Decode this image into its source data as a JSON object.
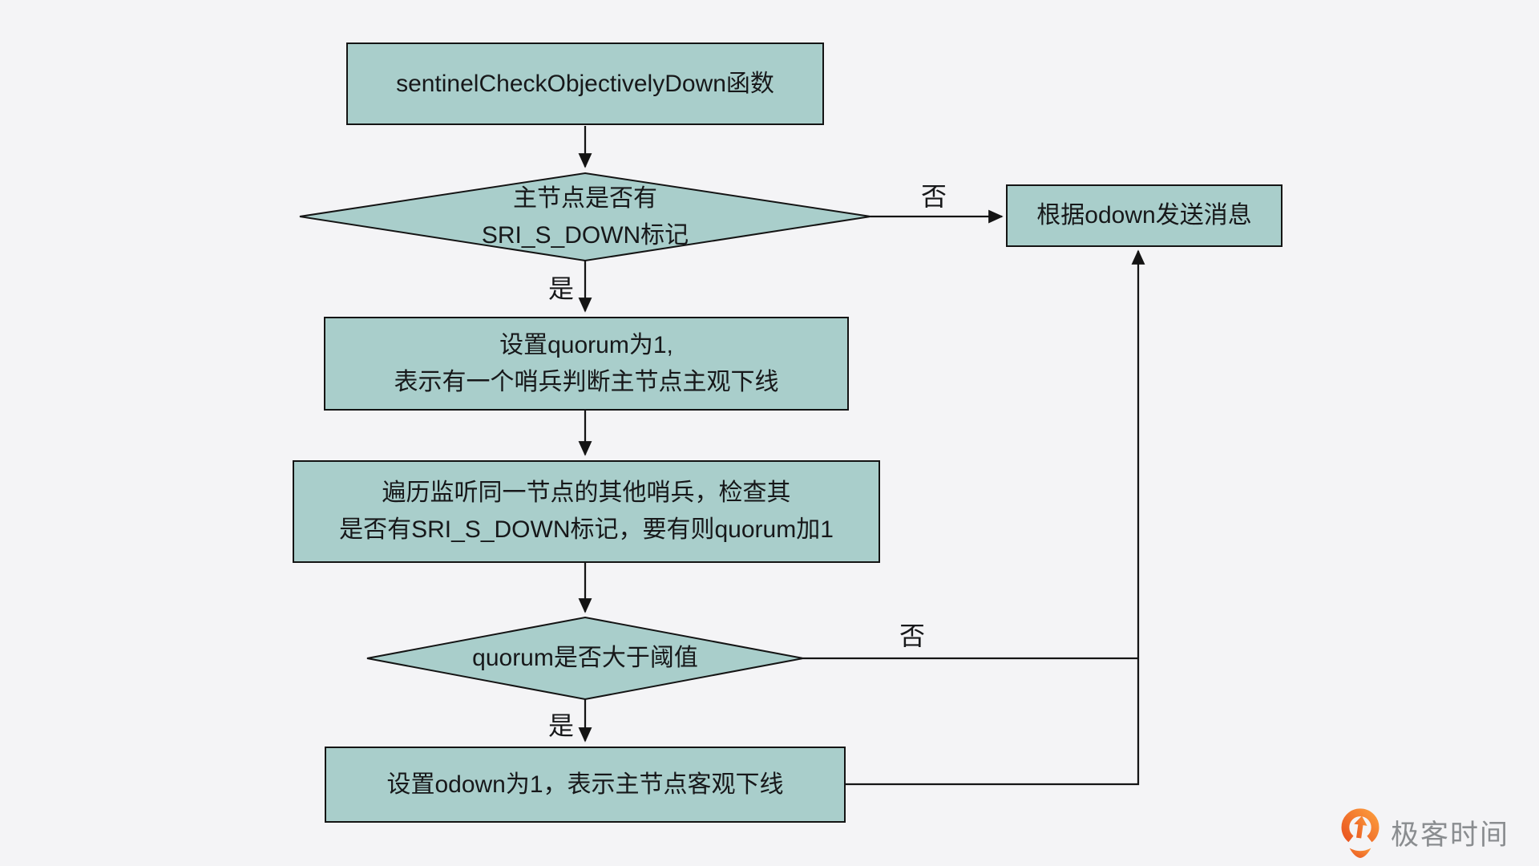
{
  "palette": {
    "background": "#f4f4f6",
    "node_fill": "#a9cecb",
    "line_color": "#141414",
    "text_color": "#17181a",
    "brand_text_color": "#8a8d90",
    "brand_orange": "#f0701d"
  },
  "nodes": {
    "start": "sentinelCheckObjectivelyDown函数",
    "decision_sdown": "主节点是否有\nSRI_S_DOWN标记",
    "send_message": "根据odown发送消息",
    "set_quorum": "设置quorum为1,\n表示有一个哨兵判断主节点主观下线",
    "check_sentinels": "遍历监听同一节点的其他哨兵，检查其\n是否有SRI_S_DOWN标记，要有则quorum加1",
    "decision_quorum": "quorum是否大于阈值",
    "set_odown": "设置odown为1，表示主节点客观下线"
  },
  "edge_labels": {
    "decision_sdown_yes": "是",
    "decision_sdown_no": "否",
    "decision_quorum_yes": "是",
    "decision_quorum_no": "否"
  },
  "brand": {
    "name": "极客时间"
  }
}
